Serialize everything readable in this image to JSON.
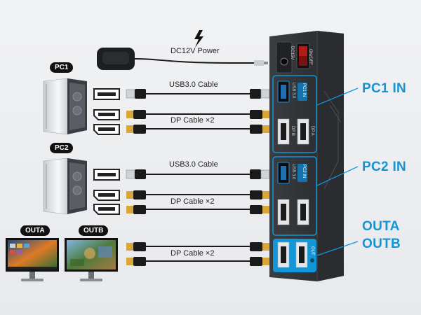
{
  "labels": {
    "power": "DC12V Power",
    "usb1": "USB3.0 Cable",
    "dp1": "DP Cable ×2",
    "usb2": "USB3.0 Cable",
    "dp2": "DP Cable ×2",
    "dpout": "DP Cable ×2"
  },
  "pills": {
    "pc1": "PC1",
    "pc2": "PC2",
    "outa": "OUTA",
    "outb": "OUTB"
  },
  "side_labels": {
    "pc1_in": "PC1 IN",
    "pc2_in": "PC2 IN",
    "outa": "OUTA",
    "outb": "OUTB"
  },
  "device": {
    "top_switch": "ON/OFF",
    "dc_label": "DC15V",
    "pc1_usb": "USB 3.0",
    "pc1_tag": "PC1 IN",
    "pc2_usb": "USB 3.0",
    "pc2_tag": "PC2 IN",
    "dp_b": "DP B",
    "dp_a": "DP A",
    "out_tag": "OUT"
  },
  "colors": {
    "accent": "#1195d6",
    "device": "#2e3033",
    "cable": "#1a1a1a",
    "gold": "#d9a63a"
  }
}
